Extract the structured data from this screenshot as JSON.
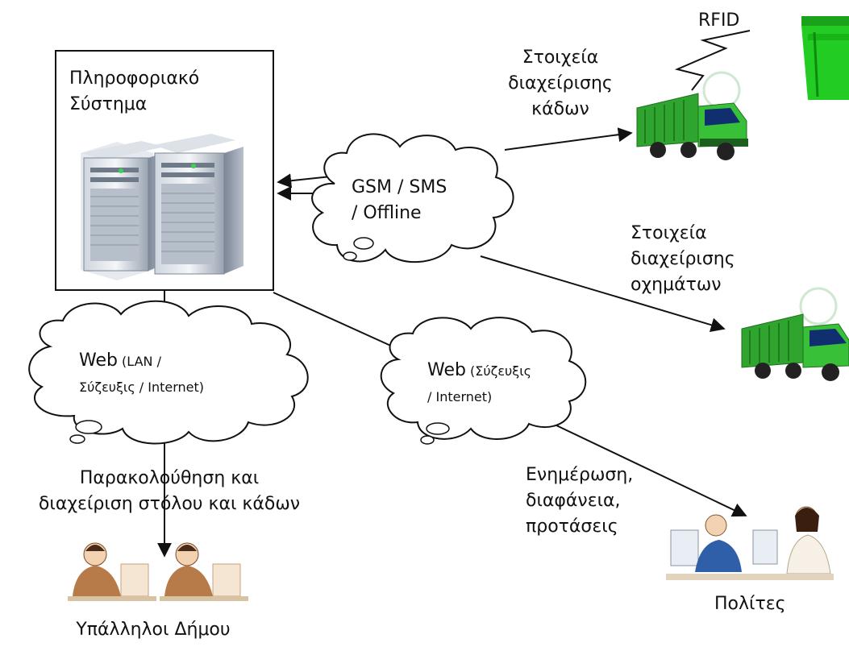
{
  "info_system": {
    "line1": "Πληροφοριακό",
    "line2": "Σύστημα"
  },
  "rfid": "RFID",
  "bins_data": {
    "line1": "Στοιχεία",
    "line2": "διαχείρισης",
    "line3": "κάδων"
  },
  "gsm_cloud": {
    "line1": "GSM / SMS",
    "line2": "/ Offline"
  },
  "vehicles_data": {
    "line1": "Στοιχεία",
    "line2": "διαχείρισης",
    "line3": "οχημάτων"
  },
  "web_left": {
    "main": "Web",
    "l1": " (LAN /",
    "l2": "Σύζευξις / Internet)"
  },
  "web_right": {
    "main": "Web",
    "l1": " (Σύζευξις",
    "l2": "/ Internet)"
  },
  "monitoring": {
    "line1": "Παρακολούθηση και",
    "line2": "διαχείριση στόλου και κάδων"
  },
  "citizens_info": {
    "line1": "Ενημέρωση,",
    "line2": "διαφάνεια,",
    "line3": "προτάσεις"
  },
  "employees": "Υπάλληλοι Δήμου",
  "citizens": "Πολίτες",
  "colors": {
    "truck": "#33aa22",
    "bin": "#22cc22",
    "line": "#111111",
    "server": "#9aa4b2",
    "cloud_fill": "#ffffff"
  },
  "icons": [
    "server-rack-icon",
    "garbage-truck-icon",
    "waste-bin-icon",
    "lightning-icon",
    "office-worker-icon",
    "citizen-computer-icon"
  ]
}
